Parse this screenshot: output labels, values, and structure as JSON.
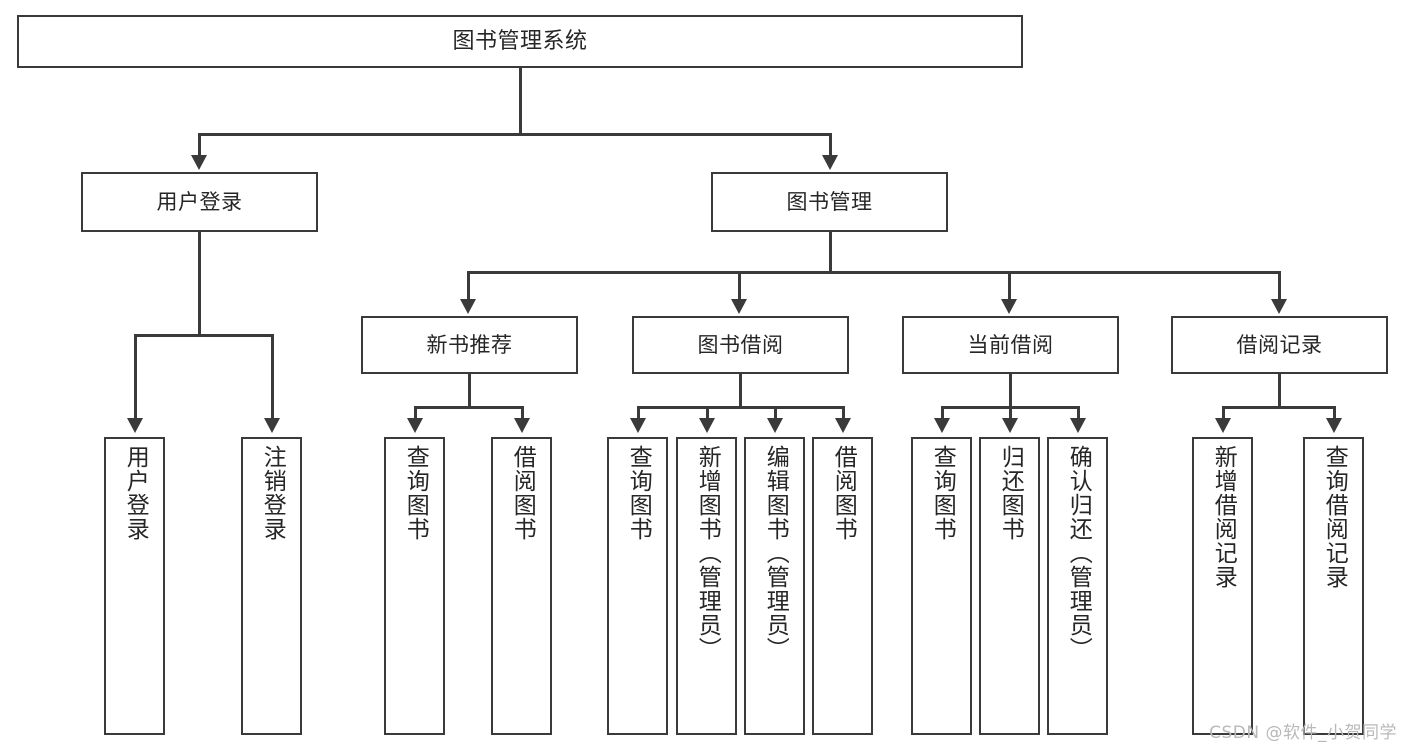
{
  "diagram": {
    "type": "tree",
    "title": "图书管理系统",
    "watermark": "CSDN @软件_小贺同学",
    "colors": {
      "stroke": "#3a3a3a",
      "fill": "#ffffff",
      "text": "#262626",
      "watermark": "#b9b9b9"
    },
    "levels": {
      "root": {
        "label": "图书管理系统"
      },
      "level2": [
        {
          "id": "user-login",
          "label": "用户登录"
        },
        {
          "id": "book-management",
          "label": "图书管理"
        }
      ],
      "level3": [
        {
          "id": "new-book-recommend",
          "label": "新书推荐",
          "parent": "book-management"
        },
        {
          "id": "book-borrow",
          "label": "图书借阅",
          "parent": "book-management"
        },
        {
          "id": "current-borrow",
          "label": "当前借阅",
          "parent": "book-management"
        },
        {
          "id": "borrow-record",
          "label": "借阅记录",
          "parent": "book-management"
        }
      ],
      "leaves": [
        {
          "id": "leaf-user-login",
          "label": "用户登录",
          "parent": "user-login"
        },
        {
          "id": "leaf-logout-login",
          "label": "注销登录",
          "parent": "user-login"
        },
        {
          "id": "leaf-query-book-1",
          "label": "查询图书",
          "parent": "new-book-recommend"
        },
        {
          "id": "leaf-borrow-book-1",
          "label": "借阅图书",
          "parent": "new-book-recommend"
        },
        {
          "id": "leaf-query-book-2",
          "label": "查询图书",
          "parent": "book-borrow"
        },
        {
          "id": "leaf-add-book",
          "label": "新增图书（管理员）",
          "parent": "book-borrow"
        },
        {
          "id": "leaf-edit-book",
          "label": "编辑图书（管理员）",
          "parent": "book-borrow"
        },
        {
          "id": "leaf-borrow-book-2",
          "label": "借阅图书",
          "parent": "book-borrow"
        },
        {
          "id": "leaf-query-book-3",
          "label": "查询图书",
          "parent": "current-borrow"
        },
        {
          "id": "leaf-return-book",
          "label": "归还图书",
          "parent": "current-borrow"
        },
        {
          "id": "leaf-confirm-return",
          "label": "确认归还（管理员）",
          "parent": "current-borrow"
        },
        {
          "id": "leaf-add-record",
          "label": "新增借阅记录",
          "parent": "borrow-record"
        },
        {
          "id": "leaf-query-record",
          "label": "查询借阅记录",
          "parent": "borrow-record"
        }
      ]
    }
  }
}
